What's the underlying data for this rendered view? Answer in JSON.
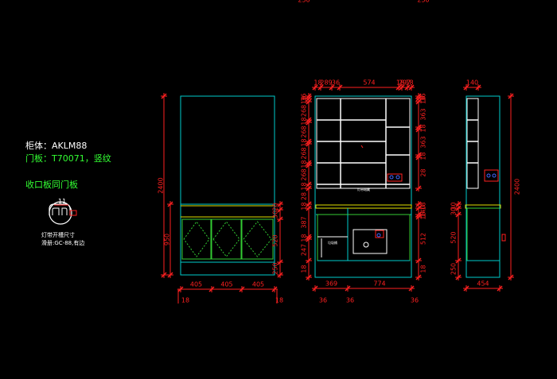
{
  "notes": {
    "cabinet_line": "柜体：AKLM88",
    "door_line": "门板：T70071，竖纹",
    "trim_line": "收口板同门板",
    "profile_label": "11",
    "profile_note1": "灯带开槽尺寸",
    "profile_note2": "滑册:GC-88,有边"
  },
  "colors": {
    "background": "#000000",
    "cabinet": "#00cccc",
    "shelf": "#ffffff",
    "dimension": "#ff2020",
    "drawer": "#33cc33",
    "lamp": "#e0e000",
    "note_white": "#ffffff",
    "note_green": "#33ff33"
  },
  "elevation_front": {
    "dim_height_total": "2400",
    "dim_height_lower": "950",
    "dims_width": [
      "405",
      "405",
      "405"
    ],
    "dim_end_left": "18",
    "dim_end_right": "18",
    "dims_right": [
      "20",
      "30",
      "520",
      "250"
    ]
  },
  "elevation_open": {
    "dims_top": [
      "18",
      "289",
      "36",
      "574",
      "18",
      "297",
      "18"
    ],
    "dims_left_upper": [
      "36",
      "18",
      "268",
      "18",
      "268",
      "18",
      "268",
      "18",
      "268",
      "18",
      "28"
    ],
    "dims_right_upper": [
      "36",
      "18",
      "363",
      "18",
      "363",
      "18",
      "28"
    ],
    "dims_left_lower": [
      "18",
      "387",
      "18",
      "247",
      "18",
      "250"
    ],
    "dims_right_lower": [
      "18",
      "140",
      "18",
      "512",
      "18",
      "250"
    ],
    "dims_bottom": [
      "369",
      "774"
    ],
    "dims_bottom_small": [
      "36",
      "36",
      "36"
    ],
    "label_light": "灯带暗藏",
    "label_bin": "垃圾桶"
  },
  "elevation_side": {
    "dim_top": "140",
    "dim_height_total": "2400",
    "dims_left_lower": [
      "30",
      "30",
      "520",
      "250"
    ],
    "dim_bottom": "454"
  }
}
